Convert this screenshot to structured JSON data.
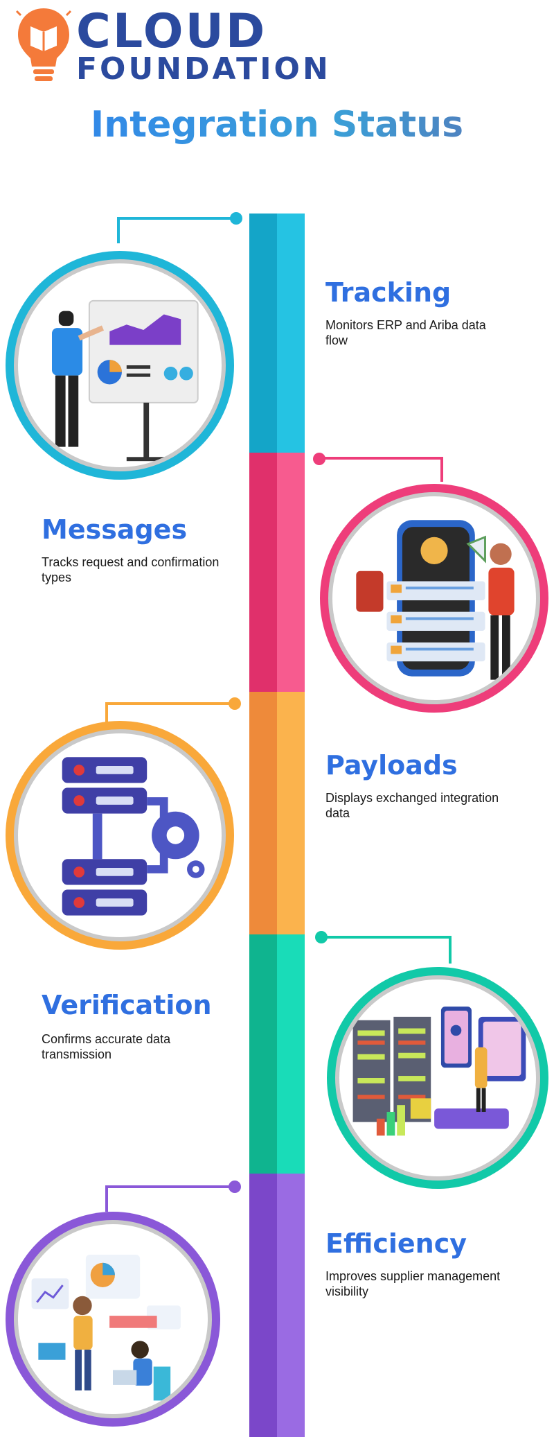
{
  "brand": {
    "line1": "CLOUD",
    "line2": "FOUNDATION",
    "colors": {
      "text": "#2b4a9e",
      "bulb": "#f47a3a"
    }
  },
  "page": {
    "title": "Integration Status"
  },
  "steps": [
    {
      "title": "Tracking",
      "description": "Monitors ERP and Ariba data flow",
      "color": "#1fb6d8",
      "icon": "presentation-chart-icon"
    },
    {
      "title": "Messages",
      "description": "Tracks request and confirmation types",
      "color": "#ee3d7a",
      "icon": "phone-notifications-icon"
    },
    {
      "title": "Payloads",
      "description": "Displays exchanged integration data",
      "color": "#f9a83a",
      "icon": "server-gear-icon"
    },
    {
      "title": "Verification",
      "description": "Confirms accurate data transmission",
      "color": "#11c9a8",
      "icon": "data-center-icon"
    },
    {
      "title": "Efficiency",
      "description": "Improves supplier management visibility",
      "color": "#8a58d8",
      "icon": "team-dashboard-icon"
    }
  ]
}
